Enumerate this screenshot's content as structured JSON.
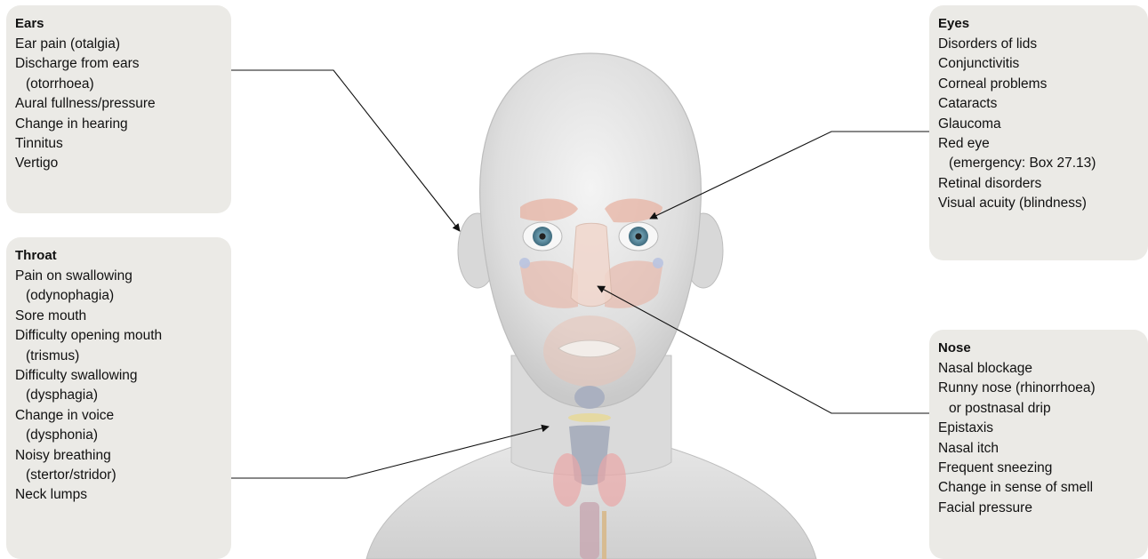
{
  "colors": {
    "box_bg": "#ebeae6",
    "skin": "#dcdcdc",
    "sinus": "#e7b3a3",
    "iris": "#5f8fa3",
    "line": "#111111"
  },
  "callouts": {
    "ears": {
      "title": "Ears",
      "items": [
        [
          "Ear pain (otalgia)"
        ],
        [
          "Discharge from ears",
          "(otorrhoea)"
        ],
        [
          "Aural fullness/pressure"
        ],
        [
          "Change in hearing"
        ],
        [
          "Tinnitus"
        ],
        [
          "Vertigo"
        ]
      ]
    },
    "throat": {
      "title": "Throat",
      "items": [
        [
          "Pain on swallowing",
          "(odynophagia)"
        ],
        [
          "Sore mouth"
        ],
        [
          "Difficulty opening mouth",
          "(trismus)"
        ],
        [
          "Difficulty swallowing",
          "(dysphagia)"
        ],
        [
          "Change in voice",
          "(dysphonia)"
        ],
        [
          "Noisy breathing",
          "(stertor/stridor)"
        ],
        [
          "Neck lumps"
        ]
      ]
    },
    "eyes": {
      "title": "Eyes",
      "items": [
        [
          "Disorders of lids"
        ],
        [
          "Conjunctivitis"
        ],
        [
          "Corneal problems"
        ],
        [
          "Cataracts"
        ],
        [
          "Glaucoma"
        ],
        [
          "Red eye",
          "(emergency: Box 27.13)"
        ],
        [
          "Retinal disorders"
        ],
        [
          "Visual acuity (blindness)"
        ]
      ]
    },
    "nose": {
      "title": "Nose",
      "items": [
        [
          "Nasal blockage"
        ],
        [
          "Runny nose (rhinorrhoea)",
          "or postnasal drip"
        ],
        [
          "Epistaxis"
        ],
        [
          "Nasal itch"
        ],
        [
          "Frequent sneezing"
        ],
        [
          "Change in sense of smell"
        ],
        [
          "Facial pressure"
        ]
      ]
    }
  }
}
